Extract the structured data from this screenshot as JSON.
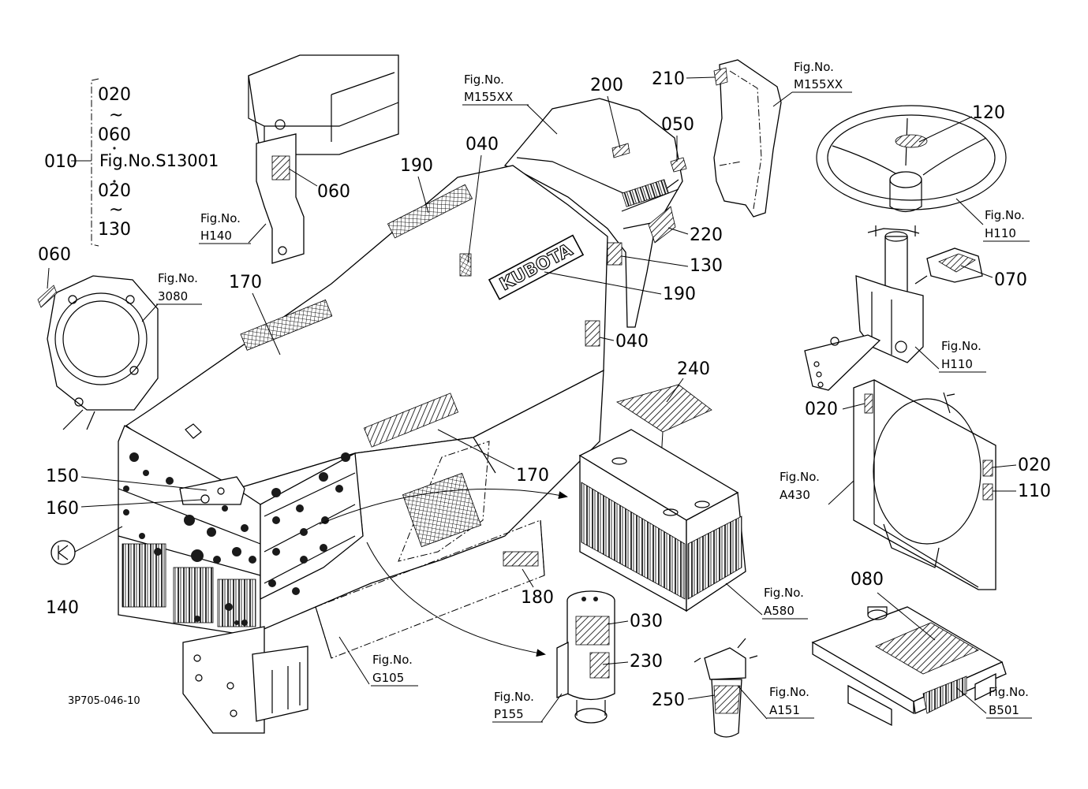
{
  "drawing_code": "3P705-046-10",
  "header": {
    "ref_010": "010",
    "ref_020": "020",
    "ref_060": "060",
    "ref_130": "130",
    "tilde": "~",
    "fig": "Fig.No.S13001"
  },
  "fig_refs": {
    "h140": [
      "Fig.No.",
      "H140"
    ],
    "f3080": [
      "Fig.No.",
      "3080"
    ],
    "m155_top": [
      "Fig.No.",
      "M155XX"
    ],
    "m155_right": [
      "Fig.No.",
      "M155XX"
    ],
    "h110_wheel": [
      "Fig.No.",
      "H110"
    ],
    "h110_column": [
      "Fig.No.",
      "H110"
    ],
    "a430": [
      "Fig.No.",
      "A430"
    ],
    "a580": [
      "Fig.No.",
      "A580"
    ],
    "g105": [
      "Fig.No.",
      "G105"
    ],
    "p155": [
      "Fig.No.",
      "P155"
    ],
    "a151": [
      "Fig.No.",
      "A151"
    ],
    "b501": [
      "Fig.No.",
      "B501"
    ]
  },
  "callouts": {
    "c060_bracket": "060",
    "c060_left": "060",
    "c170_top": "170",
    "c190_top": "190",
    "c040_top": "040",
    "c200": "200",
    "c050": "050",
    "c210": "210",
    "c120": "120",
    "c220": "220",
    "c130": "130",
    "c190_right": "190",
    "c070": "070",
    "c040_right": "040",
    "c240": "240",
    "c020_top": "020",
    "c020_right": "020",
    "c110": "110",
    "c150": "150",
    "c160": "160",
    "c140": "140",
    "c170_side": "170",
    "c180": "180",
    "c030": "030",
    "c230": "230",
    "c250": "250",
    "c080": "080"
  },
  "decal_text": {
    "kubota": "KUBOTA"
  }
}
